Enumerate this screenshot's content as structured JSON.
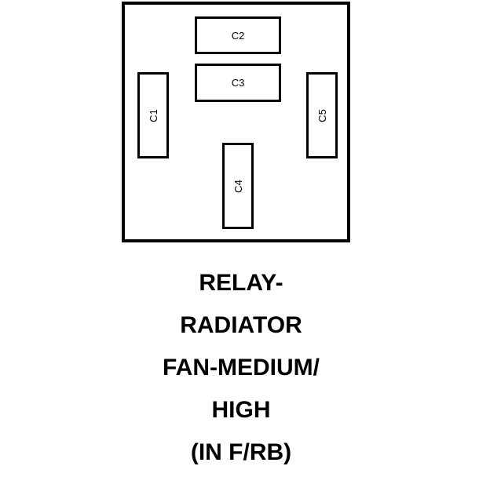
{
  "relay": {
    "pins": {
      "c1": "C1",
      "c2": "C2",
      "c3": "C3",
      "c4": "C4",
      "c5": "C5"
    }
  },
  "caption": {
    "lines": [
      "RELAY-",
      "RADIATOR",
      "FAN-MEDIUM/",
      "HIGH",
      "(IN F/RB)"
    ]
  },
  "colors": {
    "outline": "#000000",
    "background": "#ffffff"
  }
}
